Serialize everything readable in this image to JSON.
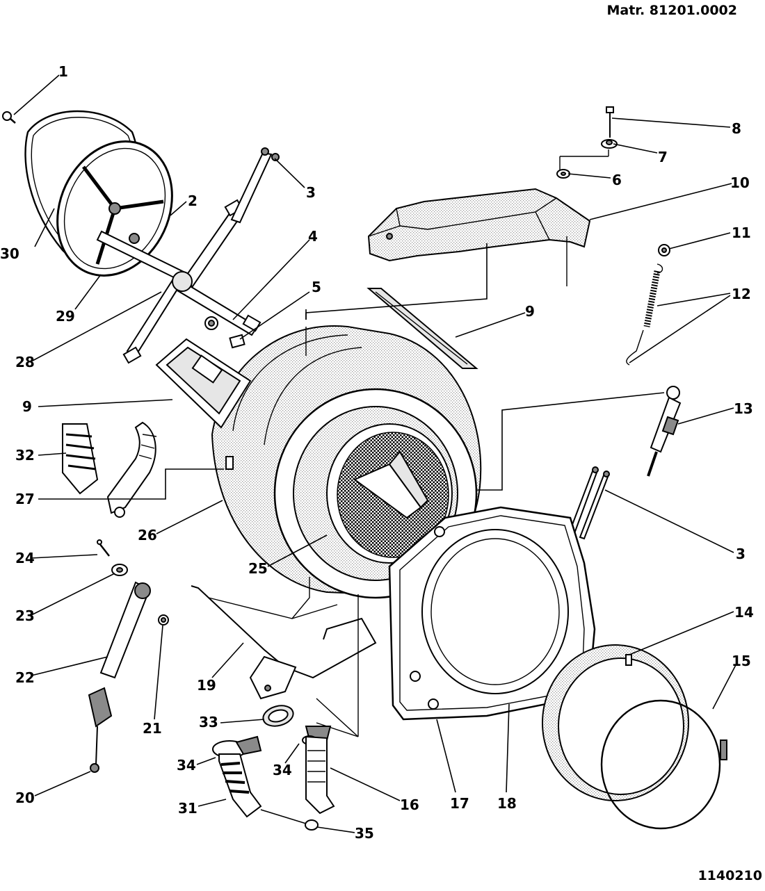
{
  "header": {
    "matr_label": "Matr. 81201.0002"
  },
  "footer": {
    "drawing_number": "1140210"
  },
  "callouts": [
    {
      "id": "c1",
      "label": "1"
    },
    {
      "id": "c2",
      "label": "2"
    },
    {
      "id": "c3a",
      "label": "3"
    },
    {
      "id": "c4",
      "label": "4"
    },
    {
      "id": "c5",
      "label": "5"
    },
    {
      "id": "c6",
      "label": "6"
    },
    {
      "id": "c7",
      "label": "7"
    },
    {
      "id": "c8",
      "label": "8"
    },
    {
      "id": "c9a",
      "label": "9"
    },
    {
      "id": "c9b",
      "label": "9"
    },
    {
      "id": "c10",
      "label": "10"
    },
    {
      "id": "c11",
      "label": "11"
    },
    {
      "id": "c12",
      "label": "12"
    },
    {
      "id": "c13",
      "label": "13"
    },
    {
      "id": "c3b",
      "label": "3"
    },
    {
      "id": "c14",
      "label": "14"
    },
    {
      "id": "c15",
      "label": "15"
    },
    {
      "id": "c16",
      "label": "16"
    },
    {
      "id": "c17",
      "label": "17"
    },
    {
      "id": "c18",
      "label": "18"
    },
    {
      "id": "c19",
      "label": "19"
    },
    {
      "id": "c20",
      "label": "20"
    },
    {
      "id": "c21",
      "label": "21"
    },
    {
      "id": "c22",
      "label": "22"
    },
    {
      "id": "c23",
      "label": "23"
    },
    {
      "id": "c24",
      "label": "24"
    },
    {
      "id": "c25",
      "label": "25"
    },
    {
      "id": "c26",
      "label": "26"
    },
    {
      "id": "c27",
      "label": "27"
    },
    {
      "id": "c28",
      "label": "28"
    },
    {
      "id": "c29",
      "label": "29"
    },
    {
      "id": "c30",
      "label": "30"
    },
    {
      "id": "c31",
      "label": "31"
    },
    {
      "id": "c32",
      "label": "32"
    },
    {
      "id": "c33",
      "label": "33"
    },
    {
      "id": "c34a",
      "label": "34"
    },
    {
      "id": "c34b",
      "label": "34"
    },
    {
      "id": "c35",
      "label": "35"
    }
  ]
}
